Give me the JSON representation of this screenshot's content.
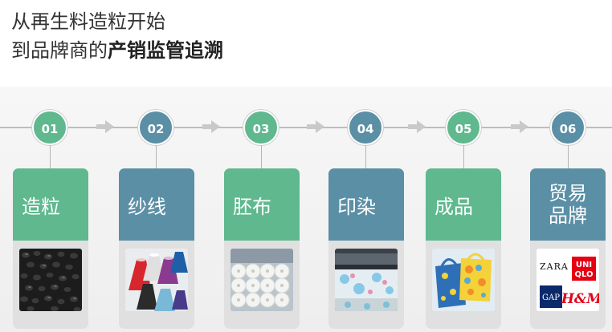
{
  "title": {
    "line1": "从再生料造粒开始",
    "line2_prefix": "到品牌商的",
    "line2_bold": "产销监管追溯"
  },
  "steps": [
    {
      "number": "01",
      "label": "造粒",
      "color": "#5fb88e",
      "image": "plastic-pellets"
    },
    {
      "number": "02",
      "label": "纱线",
      "color": "#5a8fa6",
      "image": "yarn-cones"
    },
    {
      "number": "03",
      "label": "胚布",
      "color": "#5fb88e",
      "image": "fabric-rolls"
    },
    {
      "number": "04",
      "label": "印染",
      "color": "#5a8fa6",
      "image": "printing-machine"
    },
    {
      "number": "05",
      "label": "成品",
      "color": "#5fb88e",
      "image": "printed-bags"
    },
    {
      "number": "06",
      "label_line1": "贸易",
      "label_line2": "品牌",
      "color": "#5a8fa6",
      "image": "brand-logos"
    }
  ],
  "brands": {
    "zara": "ZARA",
    "uniqlo_line1": "UNI",
    "uniqlo_line2": "QLO",
    "gap": "GAP",
    "hm": "H&M"
  }
}
